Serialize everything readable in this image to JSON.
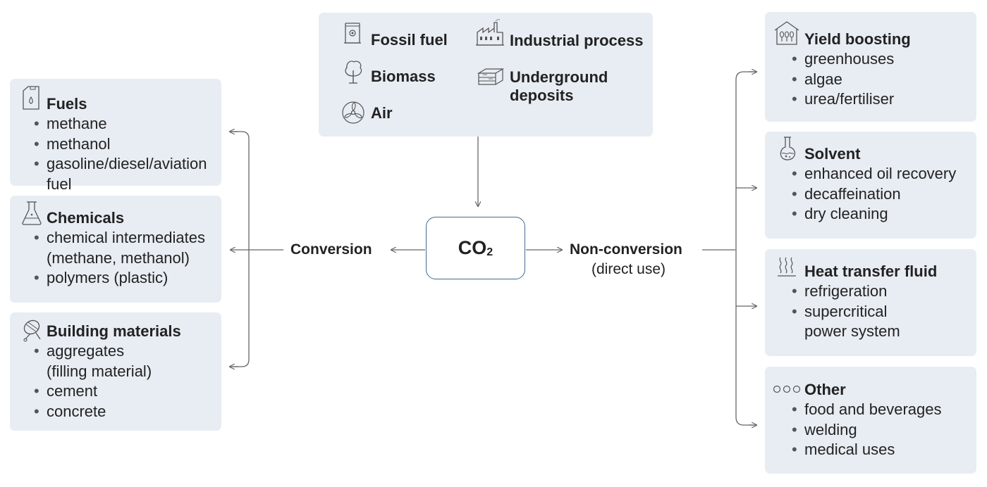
{
  "sources": {
    "fossil_fuel": "Fossil fuel",
    "industrial_process": "Industrial process",
    "biomass": "Biomass",
    "underground_line1": "Underground",
    "underground_line2": "deposits",
    "air": "Air"
  },
  "center": {
    "co2_main": "CO",
    "co2_sub": "2"
  },
  "conversion": {
    "label": "Conversion"
  },
  "non_conversion": {
    "label": "Non-conversion",
    "sublabel": "(direct use)"
  },
  "left": {
    "fuels": {
      "title": "Fuels",
      "items": [
        "methane",
        "methanol",
        "gasoline/diesel/aviation",
        "fuel"
      ]
    },
    "chemicals": {
      "title": "Chemicals",
      "items": [
        "chemical intermediates",
        "(methane, methanol)",
        "polymers (plastic)"
      ]
    },
    "building": {
      "title": "Building materials",
      "items": [
        "aggregates",
        "(filling material)",
        "cement",
        "concrete"
      ]
    }
  },
  "right": {
    "yield": {
      "title": "Yield boosting",
      "items": [
        "greenhouses",
        "algae",
        "urea/fertiliser"
      ]
    },
    "solvent": {
      "title": "Solvent",
      "items": [
        "enhanced oil recovery",
        "decaffeination",
        "dry cleaning"
      ]
    },
    "heat": {
      "title": "Heat transfer fluid",
      "items": [
        "refrigeration",
        "supercritical",
        "power system"
      ]
    },
    "other": {
      "title": "Other",
      "items": [
        "food and beverages",
        "welding",
        "medical uses"
      ]
    }
  },
  "icons": {
    "fuels": "fuel-can-icon",
    "chemicals": "flask-icon",
    "building": "cement-mixer-icon",
    "fossil_fuel": "oil-barrel-icon",
    "industrial_process": "factory-icon",
    "biomass": "tree-icon",
    "underground": "rock-layers-icon",
    "air": "wind-turbine-icon",
    "yield": "greenhouse-icon",
    "solvent": "beaker-icon",
    "heat": "heat-waves-icon",
    "other": "three-circles-icon"
  },
  "colors": {
    "box_fill": "#e8edf3",
    "co2_border": "#3f6a90",
    "arrow": "#666666",
    "text": "#222222"
  }
}
